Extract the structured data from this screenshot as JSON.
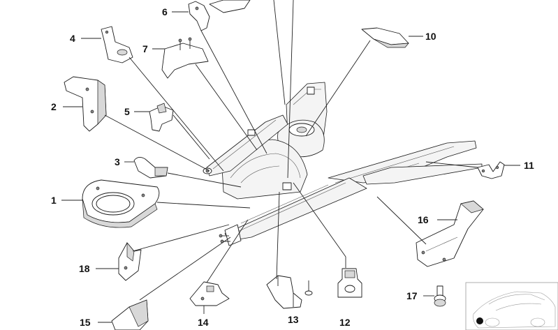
{
  "diagram": {
    "callouts": [
      {
        "id": "c1",
        "label": "1"
      },
      {
        "id": "c2",
        "label": "2"
      },
      {
        "id": "c3",
        "label": "3"
      },
      {
        "id": "c4",
        "label": "4"
      },
      {
        "id": "c5",
        "label": "5"
      },
      {
        "id": "c6",
        "label": "6"
      },
      {
        "id": "c7",
        "label": "7"
      },
      {
        "id": "c10",
        "label": "10"
      },
      {
        "id": "c11",
        "label": "11"
      },
      {
        "id": "c12",
        "label": "12"
      },
      {
        "id": "c13",
        "label": "13"
      },
      {
        "id": "c14",
        "label": "14"
      },
      {
        "id": "c15",
        "label": "15"
      },
      {
        "id": "c16",
        "label": "16"
      },
      {
        "id": "c17",
        "label": "17"
      },
      {
        "id": "c18",
        "label": "18"
      }
    ],
    "colors": {
      "line": "#1a1a1a",
      "fill": "#ffffff",
      "shade": "#d8d8d8",
      "marker": "#111111"
    },
    "icons": [
      "car-thumbnail-icon",
      "location-dot-icon"
    ]
  }
}
